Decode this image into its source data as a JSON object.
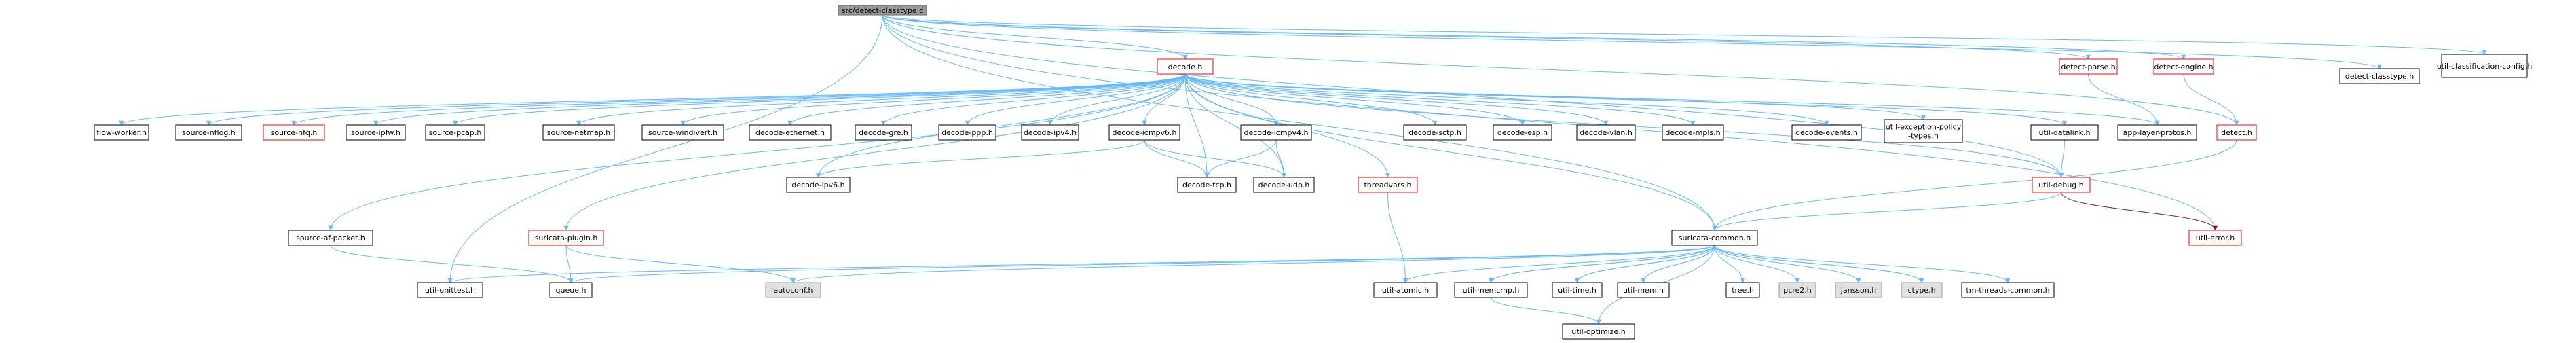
{
  "colors": {
    "edge": "#63b8ff",
    "edge_red": "#8b1a1a",
    "node_fill": "#ffffff",
    "node_stroke": "#000000",
    "node_stroke_red": "#ff0000",
    "node_fill_root": "#999999",
    "node_fill_gray": "#e0e0e0",
    "text": "#000000"
  },
  "nodes": [
    {
      "id": "root",
      "label": "src/detect-classtype.c",
      "style": "root"
    },
    {
      "id": "decode",
      "label": "decode.h",
      "style": "red"
    },
    {
      "id": "detparse",
      "label": "detect-parse.h",
      "style": "red"
    },
    {
      "id": "detengine",
      "label": "detect-engine.h",
      "style": "red"
    },
    {
      "id": "detclass",
      "label": "detect-classtype.h",
      "style": "normal"
    },
    {
      "id": "utilclass",
      "label": "util-classification-config.h",
      "style": "normal"
    },
    {
      "id": "flowworker",
      "label": "flow-worker.h",
      "style": "normal"
    },
    {
      "id": "srcnflog",
      "label": "source-nflog.h",
      "style": "normal"
    },
    {
      "id": "srcnfq",
      "label": "source-nfq.h",
      "style": "red"
    },
    {
      "id": "srcipfw",
      "label": "source-ipfw.h",
      "style": "normal"
    },
    {
      "id": "srcpcap",
      "label": "source-pcap.h",
      "style": "normal"
    },
    {
      "id": "srcnetmap",
      "label": "source-netmap.h",
      "style": "normal"
    },
    {
      "id": "srcwindivert",
      "label": "source-windivert.h",
      "style": "normal"
    },
    {
      "id": "decether",
      "label": "decode-ethernet.h",
      "style": "normal"
    },
    {
      "id": "decgre",
      "label": "decode-gre.h",
      "style": "normal"
    },
    {
      "id": "decppp",
      "label": "decode-ppp.h",
      "style": "normal"
    },
    {
      "id": "decipv4",
      "label": "decode-ipv4.h",
      "style": "normal"
    },
    {
      "id": "decicmpv6",
      "label": "decode-icmpv6.h",
      "style": "normal"
    },
    {
      "id": "decicmpv4",
      "label": "decode-icmpv4.h",
      "style": "normal"
    },
    {
      "id": "decsctp",
      "label": "decode-sctp.h",
      "style": "normal"
    },
    {
      "id": "decesp",
      "label": "decode-esp.h",
      "style": "normal"
    },
    {
      "id": "decvlan",
      "label": "decode-vlan.h",
      "style": "normal"
    },
    {
      "id": "decmpls",
      "label": "decode-mpls.h",
      "style": "normal"
    },
    {
      "id": "decevents",
      "label": "decode-events.h",
      "style": "normal"
    },
    {
      "id": "utilexc",
      "label": "util-exception-policy\n-types.h",
      "style": "normal"
    },
    {
      "id": "utildatalink",
      "label": "util-datalink.h",
      "style": "normal"
    },
    {
      "id": "applayer",
      "label": "app-layer-protos.h",
      "style": "normal"
    },
    {
      "id": "detect",
      "label": "detect.h",
      "style": "red"
    },
    {
      "id": "decipv6",
      "label": "decode-ipv6.h",
      "style": "normal"
    },
    {
      "id": "dectcp",
      "label": "decode-tcp.h",
      "style": "normal"
    },
    {
      "id": "decudp",
      "label": "decode-udp.h",
      "style": "normal"
    },
    {
      "id": "threadvars",
      "label": "threadvars.h",
      "style": "red"
    },
    {
      "id": "utildebug",
      "label": "util-debug.h",
      "style": "red"
    },
    {
      "id": "srcafp",
      "label": "source-af-packet.h",
      "style": "normal"
    },
    {
      "id": "plugin",
      "label": "suricata-plugin.h",
      "style": "red"
    },
    {
      "id": "common",
      "label": "suricata-common.h",
      "style": "normal"
    },
    {
      "id": "utilerror",
      "label": "util-error.h",
      "style": "red"
    },
    {
      "id": "unittest",
      "label": "util-unittest.h",
      "style": "normal"
    },
    {
      "id": "queue",
      "label": "queue.h",
      "style": "normal"
    },
    {
      "id": "autoconf",
      "label": "autoconf.h",
      "style": "gray"
    },
    {
      "id": "atomic",
      "label": "util-atomic.h",
      "style": "normal"
    },
    {
      "id": "memcmp",
      "label": "util-memcmp.h",
      "style": "normal"
    },
    {
      "id": "utiltime",
      "label": "util-time.h",
      "style": "normal"
    },
    {
      "id": "utilmem",
      "label": "util-mem.h",
      "style": "normal"
    },
    {
      "id": "tree",
      "label": "tree.h",
      "style": "normal"
    },
    {
      "id": "pcre2",
      "label": "pcre2.h",
      "style": "gray"
    },
    {
      "id": "jansson",
      "label": "jansson.h",
      "style": "gray"
    },
    {
      "id": "ctype",
      "label": "ctype.h",
      "style": "gray"
    },
    {
      "id": "tmthreads",
      "label": "tm-threads-common.h",
      "style": "normal"
    },
    {
      "id": "optimize",
      "label": "util-optimize.h",
      "style": "normal"
    }
  ],
  "edges": [
    {
      "from": "root",
      "to": "decode"
    },
    {
      "from": "root",
      "to": "detparse"
    },
    {
      "from": "root",
      "to": "detengine"
    },
    {
      "from": "root",
      "to": "detclass"
    },
    {
      "from": "root",
      "to": "utilclass"
    },
    {
      "from": "root",
      "to": "detect"
    },
    {
      "from": "root",
      "to": "utildebug"
    },
    {
      "from": "root",
      "to": "common"
    },
    {
      "from": "root",
      "to": "utilerror"
    },
    {
      "from": "root",
      "to": "unittest"
    },
    {
      "from": "detparse",
      "to": "applayer"
    },
    {
      "from": "detengine",
      "to": "detect"
    },
    {
      "from": "detect",
      "to": "common"
    },
    {
      "from": "decode",
      "to": "flowworker"
    },
    {
      "from": "decode",
      "to": "srcnflog"
    },
    {
      "from": "decode",
      "to": "srcnfq"
    },
    {
      "from": "decode",
      "to": "srcipfw"
    },
    {
      "from": "decode",
      "to": "srcpcap"
    },
    {
      "from": "decode",
      "to": "srcnetmap"
    },
    {
      "from": "decode",
      "to": "srcwindivert"
    },
    {
      "from": "decode",
      "to": "decether"
    },
    {
      "from": "decode",
      "to": "decgre"
    },
    {
      "from": "decode",
      "to": "decppp"
    },
    {
      "from": "decode",
      "to": "decipv4"
    },
    {
      "from": "decode",
      "to": "decicmpv6"
    },
    {
      "from": "decode",
      "to": "decicmpv4"
    },
    {
      "from": "decode",
      "to": "decsctp"
    },
    {
      "from": "decode",
      "to": "decesp"
    },
    {
      "from": "decode",
      "to": "decvlan"
    },
    {
      "from": "decode",
      "to": "decmpls"
    },
    {
      "from": "decode",
      "to": "decevents"
    },
    {
      "from": "decode",
      "to": "utilexc"
    },
    {
      "from": "decode",
      "to": "utildatalink"
    },
    {
      "from": "decode",
      "to": "applayer"
    },
    {
      "from": "decode",
      "to": "decipv6"
    },
    {
      "from": "decode",
      "to": "dectcp"
    },
    {
      "from": "decode",
      "to": "decudp"
    },
    {
      "from": "decode",
      "to": "threadvars"
    },
    {
      "from": "decode",
      "to": "utildebug"
    },
    {
      "from": "decode",
      "to": "srcafp"
    },
    {
      "from": "decode",
      "to": "plugin"
    },
    {
      "from": "decode",
      "to": "common"
    },
    {
      "from": "decicmpv6",
      "to": "decipv6"
    },
    {
      "from": "decicmpv6",
      "to": "dectcp"
    },
    {
      "from": "decicmpv6",
      "to": "decudp"
    },
    {
      "from": "decicmpv4",
      "to": "dectcp"
    },
    {
      "from": "decicmpv4",
      "to": "decudp"
    },
    {
      "from": "utildatalink",
      "to": "utildebug"
    },
    {
      "from": "utildebug",
      "to": "common"
    },
    {
      "from": "utildebug",
      "to": "utilerror",
      "style": "red"
    },
    {
      "from": "threadvars",
      "to": "atomic"
    },
    {
      "from": "srcafp",
      "to": "queue"
    },
    {
      "from": "plugin",
      "to": "queue"
    },
    {
      "from": "plugin",
      "to": "autoconf"
    },
    {
      "from": "common",
      "to": "unittest"
    },
    {
      "from": "common",
      "to": "queue"
    },
    {
      "from": "common",
      "to": "autoconf"
    },
    {
      "from": "common",
      "to": "atomic"
    },
    {
      "from": "common",
      "to": "memcmp"
    },
    {
      "from": "common",
      "to": "utiltime"
    },
    {
      "from": "common",
      "to": "utilmem"
    },
    {
      "from": "common",
      "to": "tree"
    },
    {
      "from": "common",
      "to": "pcre2"
    },
    {
      "from": "common",
      "to": "jansson"
    },
    {
      "from": "common",
      "to": "ctype"
    },
    {
      "from": "common",
      "to": "tmthreads"
    },
    {
      "from": "common",
      "to": "optimize"
    },
    {
      "from": "memcmp",
      "to": "common"
    },
    {
      "from": "memcmp",
      "to": "optimize"
    },
    {
      "from": "utiltime",
      "to": "common"
    },
    {
      "from": "utilmem",
      "to": "common"
    },
    {
      "from": "ctype",
      "to": "common"
    }
  ]
}
